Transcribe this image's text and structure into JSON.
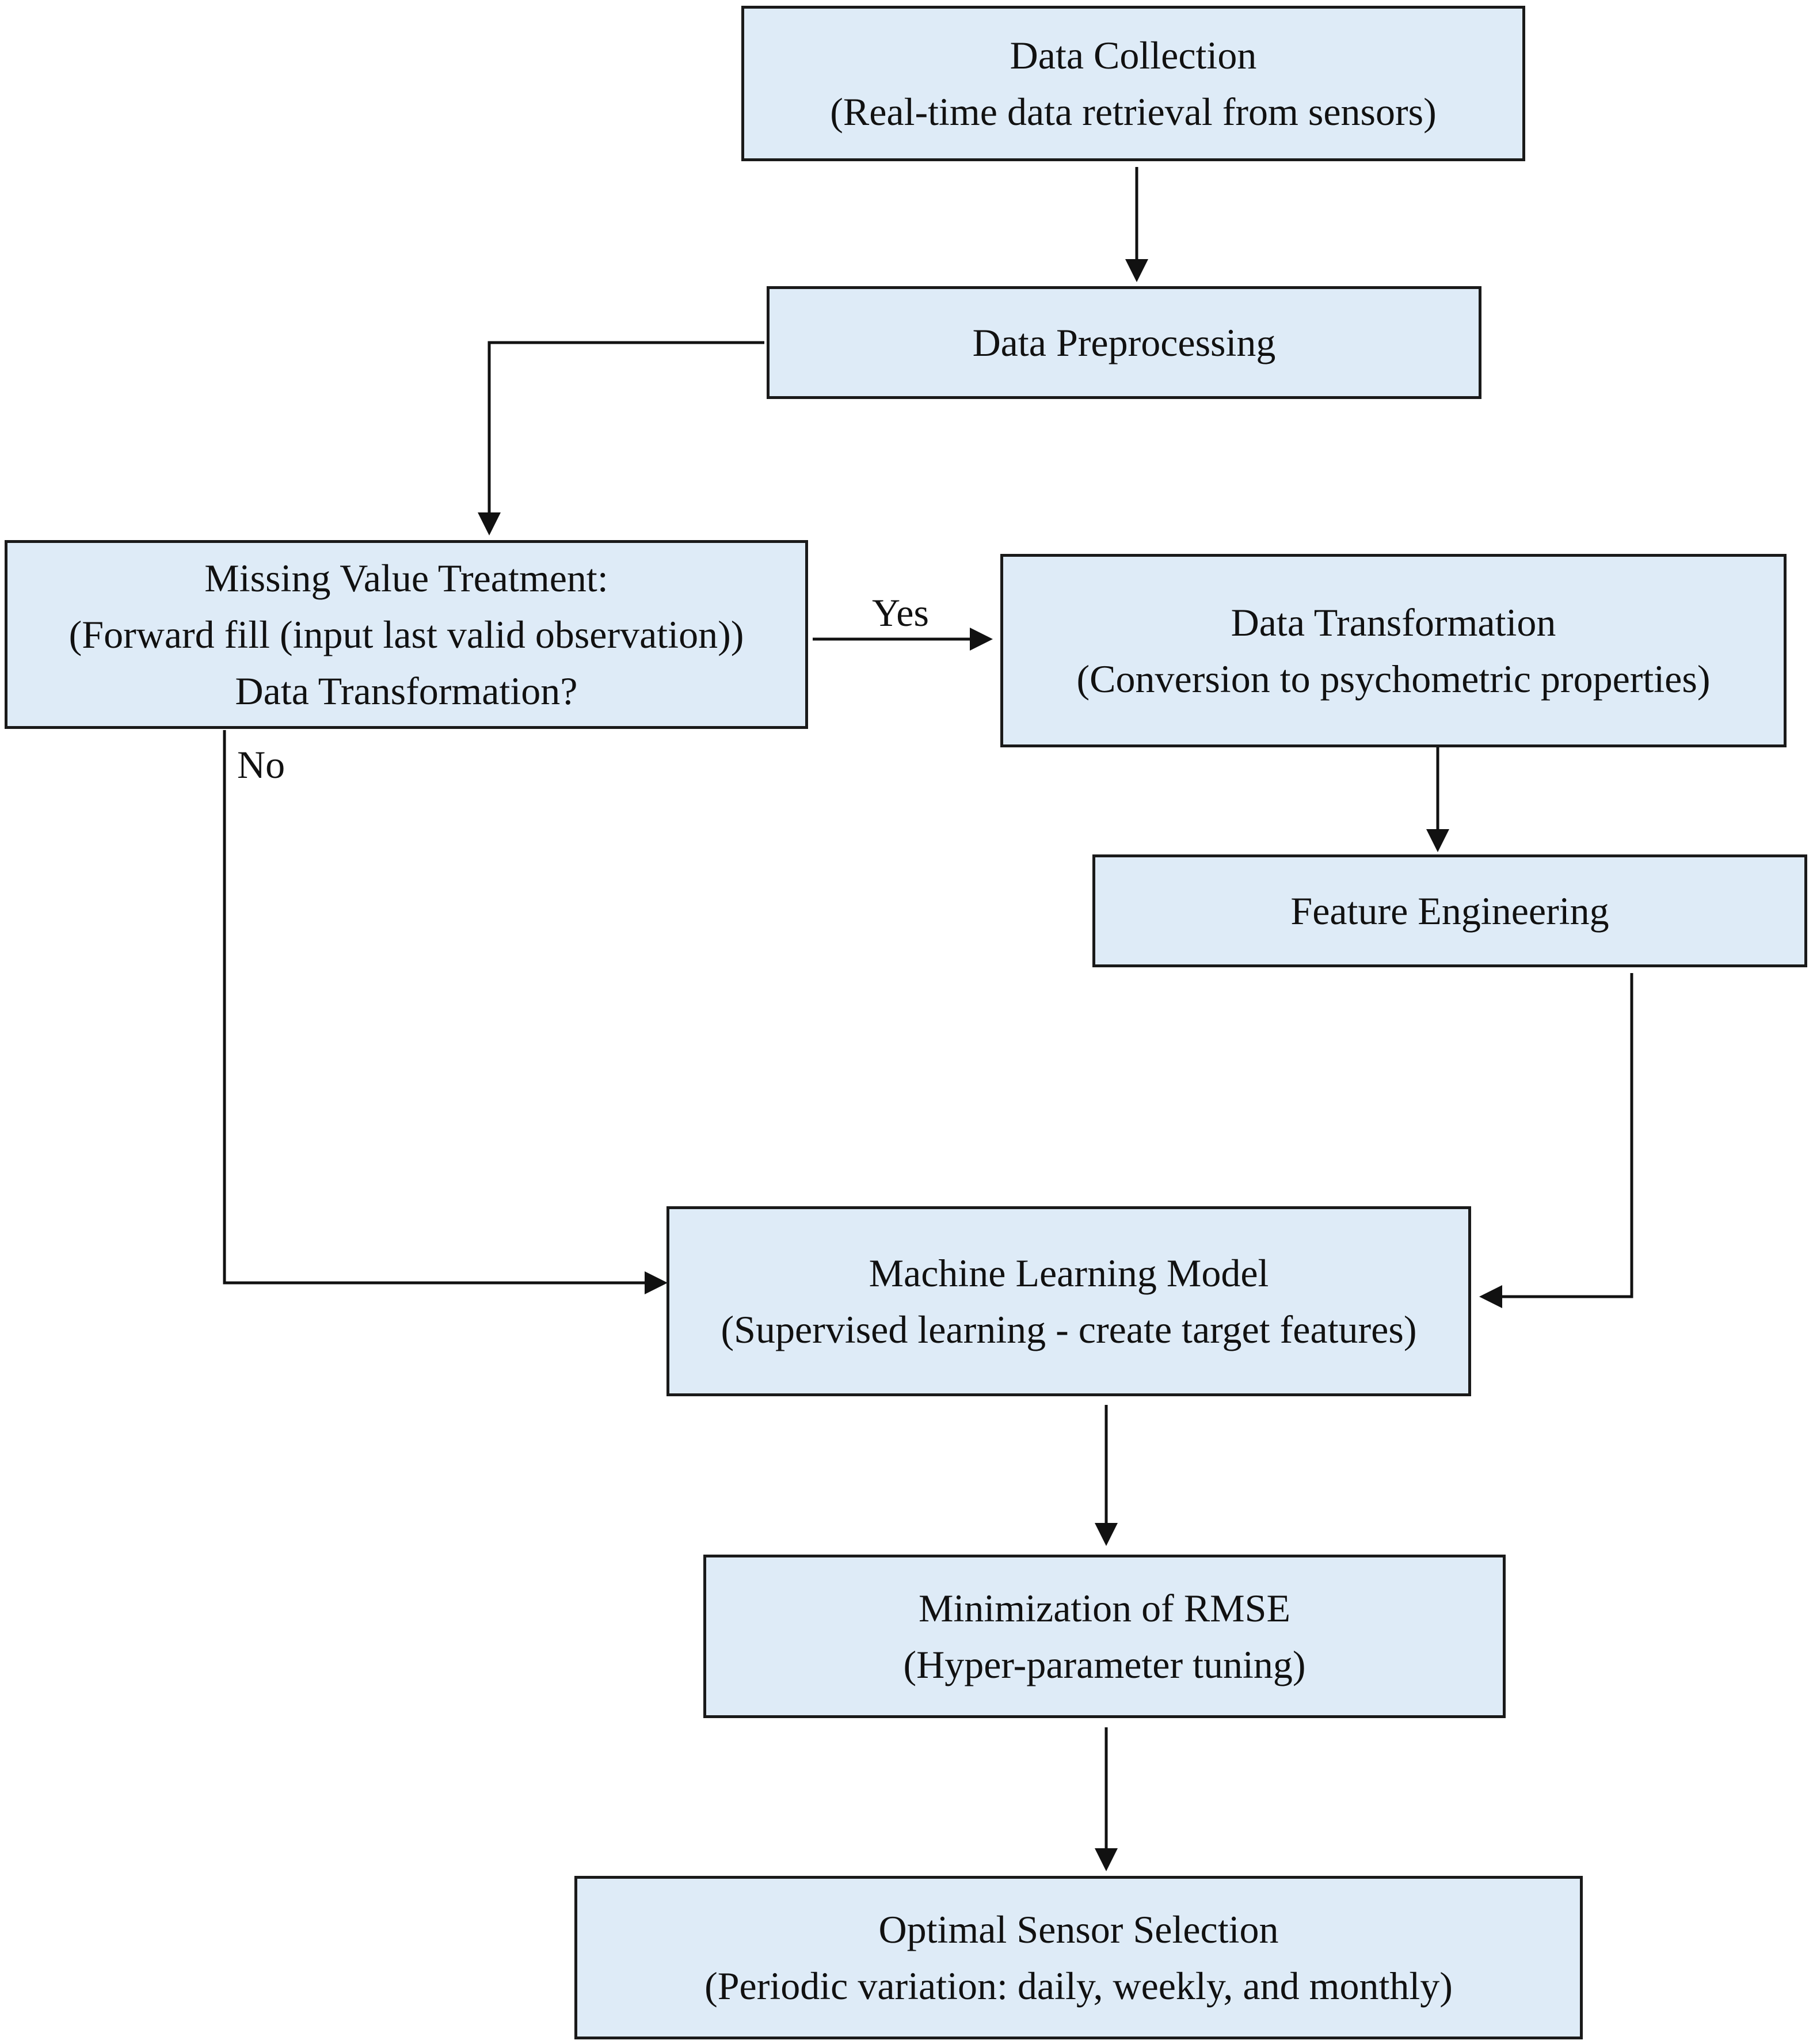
{
  "nodes": {
    "data_collection": {
      "title": "Data Collection",
      "subtitle": "(Real-time data retrieval from sensors)"
    },
    "data_preprocessing": {
      "title": "Data Preprocessing"
    },
    "missing_value": {
      "title": "Missing Value Treatment:",
      "line2": "(Forward fill (input last valid observation))",
      "line3": "Data Transformation?"
    },
    "data_transformation": {
      "title": "Data Transformation",
      "subtitle": "(Conversion to psychometric properties)"
    },
    "feature_engineering": {
      "title": "Feature Engineering"
    },
    "ml_model": {
      "title": "Machine Learning Model",
      "subtitle": "(Supervised learning - create target features)"
    },
    "rmse": {
      "title": "Minimization of RMSE",
      "subtitle": "(Hyper-parameter tuning)"
    },
    "sensor_selection": {
      "title": "Optimal Sensor Selection",
      "subtitle": "(Periodic variation: daily, weekly, and monthly)"
    }
  },
  "edges": {
    "yes_label": "Yes",
    "no_label": "No"
  },
  "colors": {
    "box_fill": "#deebf7",
    "stroke": "#1a1a1a"
  }
}
